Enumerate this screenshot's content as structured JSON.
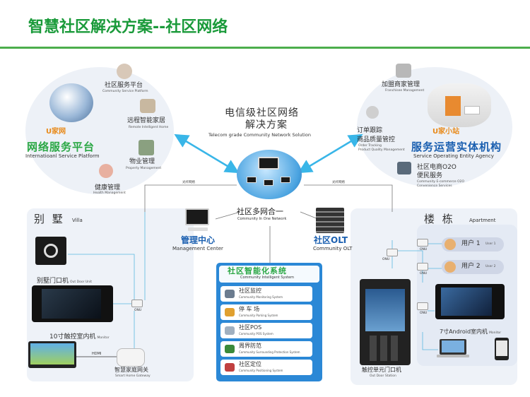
{
  "title": "智慧社区解决方案--社区网络",
  "center": {
    "zh_line1": "电信级社区网络",
    "zh_line2": "解决方案",
    "en": "Telecom grade Community Network Solution",
    "hub_zh": "社区多网合一",
    "hub_en": "Community In One Network"
  },
  "left_bubble": {
    "brand": "U家网",
    "platform_zh": "网络服务平台",
    "platform_en": "Internatioanl Service Platform",
    "items": [
      {
        "zh": "社区服务平台",
        "en": "Community Service Platform"
      },
      {
        "zh": "远程智能家居",
        "en": "Remote Intelligent Home"
      },
      {
        "zh": "物业管理",
        "en": "Property Management"
      },
      {
        "zh": "健康管理",
        "en": "Health Management"
      }
    ]
  },
  "right_bubble": {
    "brand": "U家小站",
    "entity_zh": "服务运营实体机构",
    "entity_en": "Service Operating Entity Agency",
    "items": [
      {
        "zh": "加盟商家管理",
        "en": "Franchisee Management"
      },
      {
        "zh": "订单跟踪",
        "en": "Order Tracking"
      },
      {
        "zh": "商品质量管控",
        "en": "Product Quality Management"
      },
      {
        "zh": "社区电商O2O",
        "en": "Community E-commerce O2O"
      },
      {
        "zh": "便民服务",
        "en": "Convenience Services"
      }
    ]
  },
  "management": {
    "zh": "管理中心",
    "en": "Management Center"
  },
  "olt": {
    "zh": "社区OLT",
    "en": "Community OLT"
  },
  "wire_labels": {
    "left": "光纤网络",
    "right": "光纤网络"
  },
  "villa": {
    "zh": "别 墅",
    "en": "Villa",
    "door_unit": {
      "zh": "别墅门口机",
      "en": "Out Door Unit"
    },
    "monitor": {
      "zh": "10寸触控室内机",
      "en": "Monitor"
    },
    "gateway": {
      "zh": "智慧家庭网关",
      "en": "Smart Home Gateway"
    },
    "hdmi": "HDMI",
    "onu": "ONU"
  },
  "system": {
    "zh": "社区智能化系统",
    "en": "Community Intelligent System",
    "items": [
      {
        "zh": "社区监控",
        "en": "Community Monitoring System",
        "color": "#6b7c8f"
      },
      {
        "zh": "停 车 场",
        "en": "Community Parking System",
        "color": "#e0a030"
      },
      {
        "zh": "社区POS",
        "en": "Community POS System",
        "color": "#a0b0c0"
      },
      {
        "zh": "周界防范",
        "en": "Community Surrounding Protection System",
        "color": "#3a8a3a"
      },
      {
        "zh": "社区定位",
        "en": "Community Positioning System",
        "color": "#c04040"
      }
    ]
  },
  "building": {
    "zh": "楼 栋",
    "en": "Apartment",
    "users": [
      {
        "zh": "用户 1",
        "en": "User 1"
      },
      {
        "zh": "用户 2",
        "en": "User 2"
      }
    ],
    "station": {
      "zh": "触控单元门口机",
      "en": "Out Door Station"
    },
    "monitor": {
      "zh": "7寸Android室内机",
      "en": "Monitor"
    },
    "onu": "ONU"
  },
  "colors": {
    "title_green": "#1a9a3a",
    "accent_blue": "#2b88d6",
    "arrow_cyan": "#39b6e8"
  }
}
